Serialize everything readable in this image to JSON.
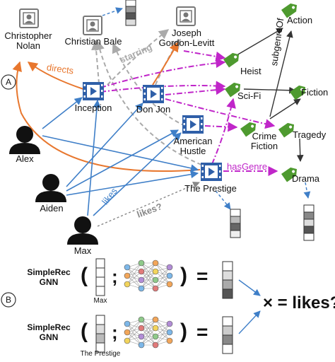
{
  "labels": {
    "nolan_line1": "Christopher",
    "nolan_line2": "Nolan",
    "bale": "Christian Bale",
    "jgl_line1": "Joseph",
    "jgl_line2": "Gordon-Levitt",
    "action": "Action",
    "heist": "Heist",
    "scifi": "Sci-Fi",
    "fiction": "Fiction",
    "crime_line1": "Crime",
    "crime_line2": "Fiction",
    "tragedy": "Tragedy",
    "drama": "Drama",
    "inception": "Inception",
    "donjon": "Don Jon",
    "american_line1": "American",
    "american_line2": "Hustle",
    "prestige": "The Prestige",
    "alex": "Alex",
    "aiden": "Aiden",
    "max": "Max"
  },
  "relations": {
    "directs": "directs",
    "starring": "starring",
    "subgenre_of": "subgenreOf",
    "has_genre": "hasGenre",
    "likes": "likes",
    "likes_q": "likes?"
  },
  "markers": {
    "a": "A",
    "b": "B"
  },
  "bottom": {
    "row1_model_line1": "SimpleRec",
    "row1_model_line2": "GNN",
    "row1_input": "Max",
    "row2_model_line1": "SimpleRec",
    "row2_model_line2": "GNN",
    "row2_input": "The Prestige",
    "open_paren": "(",
    "semicolon": ";",
    "close_paren": ")",
    "equals": "=",
    "result": "× = likes?"
  },
  "colors": {
    "directs": "#E8772E",
    "starring": "#AAAAAA",
    "has_genre": "#C026C9",
    "likes": "#3F7FC8",
    "subgenre": "#333333",
    "film_icon": "#2F5FA8",
    "genre_tag": "#4E9A2F",
    "person": "#111111",
    "actor_icon": "#777777"
  }
}
